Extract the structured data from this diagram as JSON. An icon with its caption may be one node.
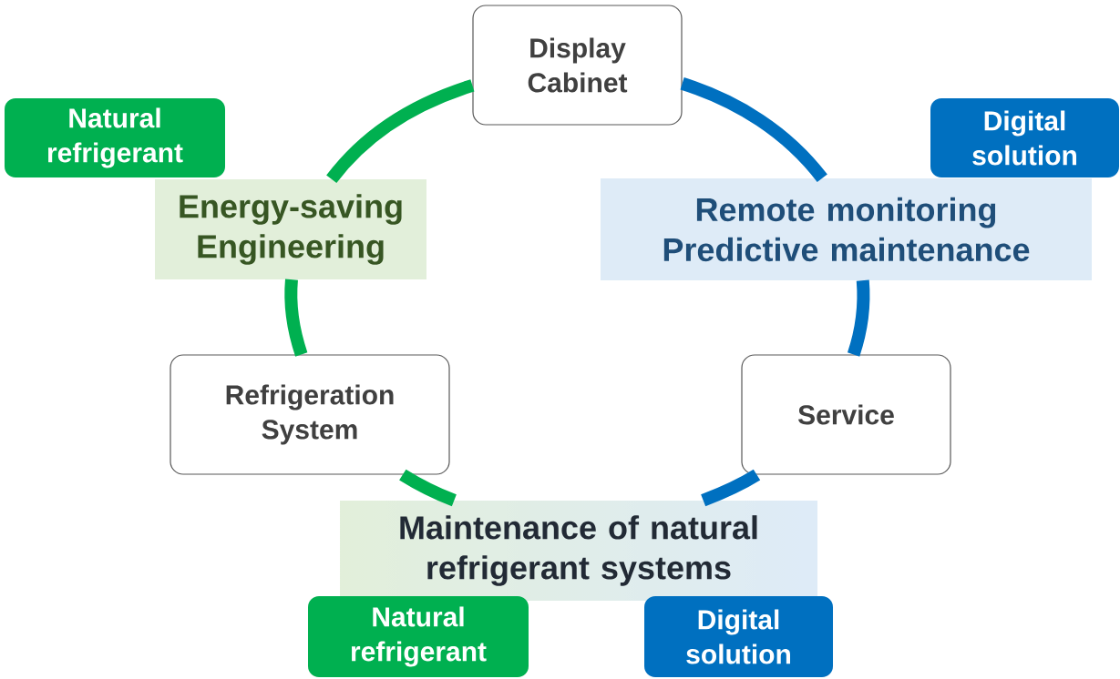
{
  "diagram": {
    "nodes": [
      {
        "text": [
          "Display Cabinet"
        ]
      },
      {
        "text": [
          "Natural refrigerant"
        ]
      },
      {
        "text": [
          "Energy-saving Engineering"
        ]
      },
      {
        "text": [
          "Digital solution"
        ]
      },
      {
        "text": [
          "Remote monitoring Predictive maintenance"
        ]
      },
      {
        "text": [
          "Refrigeration System"
        ]
      },
      {
        "text": [
          "Service"
        ]
      },
      {
        "text": [
          "Maintenance of natural refrigerant systems"
        ]
      },
      {
        "text": [
          "Natural refrigerant"
        ]
      },
      {
        "text": [
          "Digital solution"
        ]
      }
    ],
    "edges": [
      {
        "from": 0,
        "to": 2,
        "arrow": "none",
        "color": "#00b050"
      },
      {
        "from": 2,
        "to": 5,
        "arrow": "none",
        "color": "#00b050"
      },
      {
        "from": 5,
        "to": 7,
        "arrow": "none",
        "color": "#00b050"
      },
      {
        "from": 7,
        "to": 6,
        "arrow": "none",
        "color": "#0070c0"
      },
      {
        "from": 6,
        "to": 4,
        "arrow": "none",
        "color": "#0070c0"
      },
      {
        "from": 4,
        "to": 0,
        "arrow": "none",
        "color": "#0070c0"
      }
    ]
  }
}
